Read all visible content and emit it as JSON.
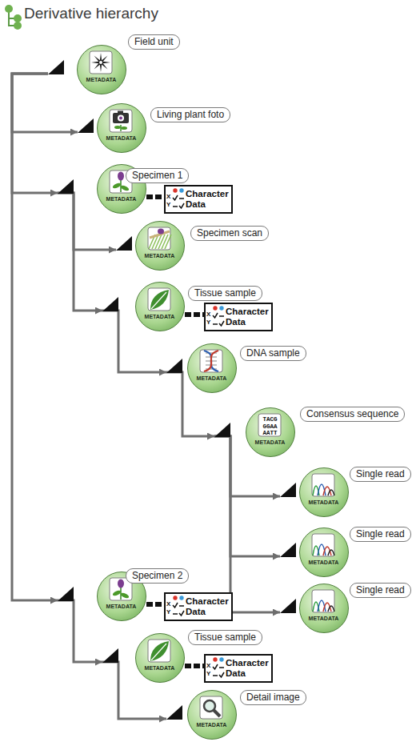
{
  "diagram": {
    "title": "Derivative hierarchy",
    "nodes": [
      {
        "text": [
          "Field unit",
          "METADATA"
        ]
      },
      {
        "text": [
          "Living plant foto",
          "METADATA"
        ]
      },
      {
        "text": [
          "Specimen 1",
          "METADATA"
        ]
      },
      {
        "text": [
          "X Y",
          "Character Data"
        ]
      },
      {
        "text": [
          "Specimen scan",
          "METADATA"
        ]
      },
      {
        "text": [
          "Tissue sample",
          "METADATA"
        ]
      },
      {
        "text": [
          "X Y",
          "Character Data"
        ]
      },
      {
        "text": [
          "DNA sample",
          "METADATA"
        ]
      },
      {
        "text": [
          "Consensus sequence",
          "TACG GGAA AATT",
          "METADATA"
        ]
      },
      {
        "text": [
          "Single read",
          "METADATA"
        ]
      },
      {
        "text": [
          "Single read",
          "METADATA"
        ]
      },
      {
        "text": [
          "Single read",
          "METADATA"
        ]
      },
      {
        "text": [
          "Specimen 2",
          "METADATA"
        ]
      },
      {
        "text": [
          "X Y",
          "Character Data"
        ]
      },
      {
        "text": [
          "Tissue sample",
          "METADATA"
        ]
      },
      {
        "text": [
          "X Y",
          "Character Data"
        ]
      },
      {
        "text": [
          "Detail image",
          "METADATA"
        ]
      }
    ],
    "edges": [
      {
        "from": 0,
        "to": 1,
        "arrow": "to"
      },
      {
        "from": 0,
        "to": 2,
        "arrow": "to"
      },
      {
        "from": 2,
        "to": 3,
        "arrow": "none"
      },
      {
        "from": 2,
        "to": 4,
        "arrow": "to"
      },
      {
        "from": 2,
        "to": 5,
        "arrow": "to"
      },
      {
        "from": 5,
        "to": 6,
        "arrow": "none"
      },
      {
        "from": 5,
        "to": 7,
        "arrow": "to"
      },
      {
        "from": 7,
        "to": 8,
        "arrow": "to"
      },
      {
        "from": 8,
        "to": 9,
        "arrow": "to"
      },
      {
        "from": 8,
        "to": 10,
        "arrow": "to"
      },
      {
        "from": 8,
        "to": 11,
        "arrow": "to"
      },
      {
        "from": 0,
        "to": 12,
        "arrow": "to"
      },
      {
        "from": 12,
        "to": 13,
        "arrow": "none"
      },
      {
        "from": 12,
        "to": 14,
        "arrow": "to"
      },
      {
        "from": 14,
        "to": 15,
        "arrow": "none"
      },
      {
        "from": 14,
        "to": 16,
        "arrow": "to"
      }
    ]
  }
}
